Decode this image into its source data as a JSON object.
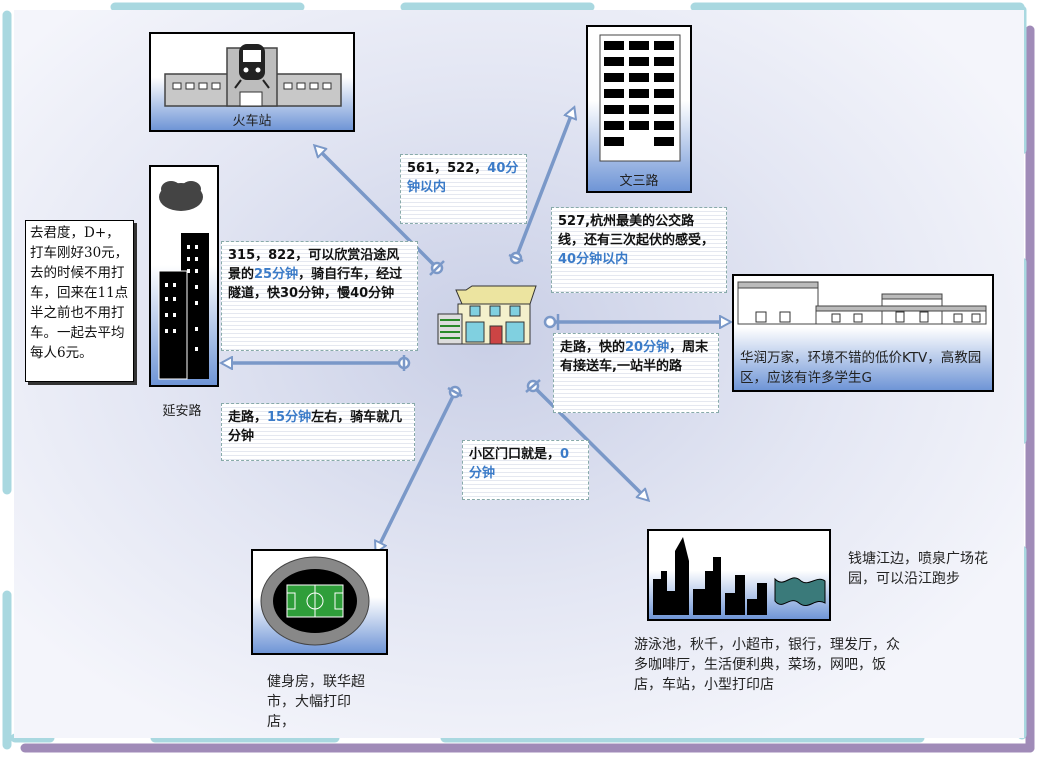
{
  "places": {
    "train_station": "火车站",
    "wensan_road": "文三路",
    "yanan_road": "延安路",
    "huarun": "华润万家，环境不错的低价KTV，高教园区，应该有许多学生G",
    "riverside": "钱塘江边，喷泉广场花园，可以沿江跑步",
    "riverside_amenities": "游泳池，秋千，小超市，银行，理发厅，众多咖啡厅，生活便利典，菜场，网吧，饭店，车站，小型打印店",
    "stadium_amenities": "健身房，联华超市，大幅打印店，"
  },
  "yanan_box": "去君度，D+，打车刚好30元，去的时候不用打车，回来在11点半之前也不用打车。一起去平均每人6元。",
  "notes": {
    "train_a": "561，522，",
    "train_b": "40分钟以内",
    "wensan_a": "527,杭州最美的公交路线，还有三次起伏的感受，",
    "wensan_b": "40分钟以内",
    "yanan_a": "315，822，可以欣赏沿途风景的",
    "yanan_b": "25分钟",
    "yanan_c": "，骑自行车，经过隧道，快30分钟，慢40分钟",
    "huarun_a": "走路，快的",
    "huarun_b": "20分钟",
    "huarun_c": "，周末有接送车,一站半的路",
    "stadium_a": "走路，",
    "stadium_b": "15分钟",
    "stadium_c": "左右，骑车就几分钟",
    "gate_a": "小区门口就是，",
    "gate_b": "0分钟"
  },
  "colors": {
    "arrow": "#7a98c8",
    "highlight": "#3b7bc8",
    "frame_teal": "#a9d8e0",
    "frame_purple": "#a08bb8"
  },
  "icons": [
    "train-icon",
    "office-building-icon",
    "skyscraper-icon",
    "house-icon",
    "mall-icon",
    "stadium-icon",
    "city-skyline-icon",
    "cloud-icon"
  ]
}
